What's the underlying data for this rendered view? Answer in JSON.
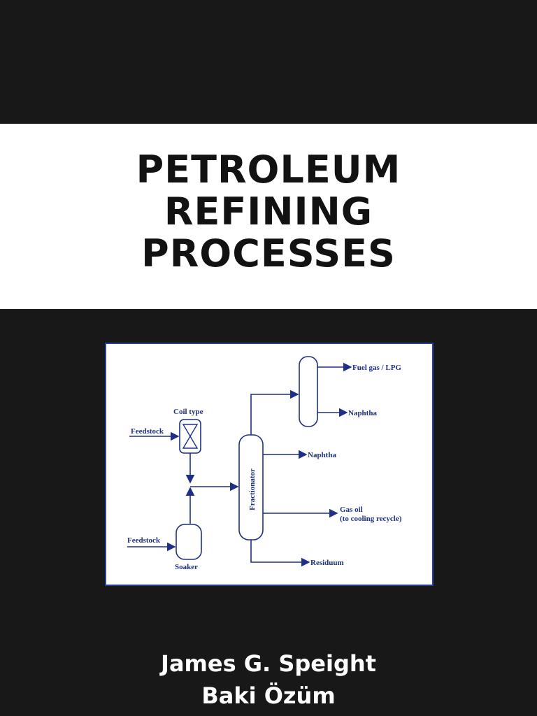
{
  "book": {
    "title_lines": [
      "PETROLEUM",
      "REFINING",
      "PROCESSES"
    ],
    "authors": [
      "James G. Speight",
      "Baki Özüm"
    ]
  },
  "diagram": {
    "labels": {
      "coil_type": "Coil type",
      "feedstock_top": "Feedstock",
      "feedstock_bottom": "Feedstock",
      "soaker": "Soaker",
      "fractionator": "Fractionator",
      "fuel_gas": "Fuel gas / LPG",
      "naphtha_top": "Naphtha",
      "naphtha_mid": "Naphtha",
      "gas_oil_1": "Gas oil",
      "gas_oil_2": "(to cooling recycle)",
      "residuum": "Residuum"
    }
  },
  "colors": {
    "background": "#181818",
    "band": "#ffffff",
    "diagram_ink": "#1d2f86",
    "diagram_border": "#2a3f9a"
  }
}
